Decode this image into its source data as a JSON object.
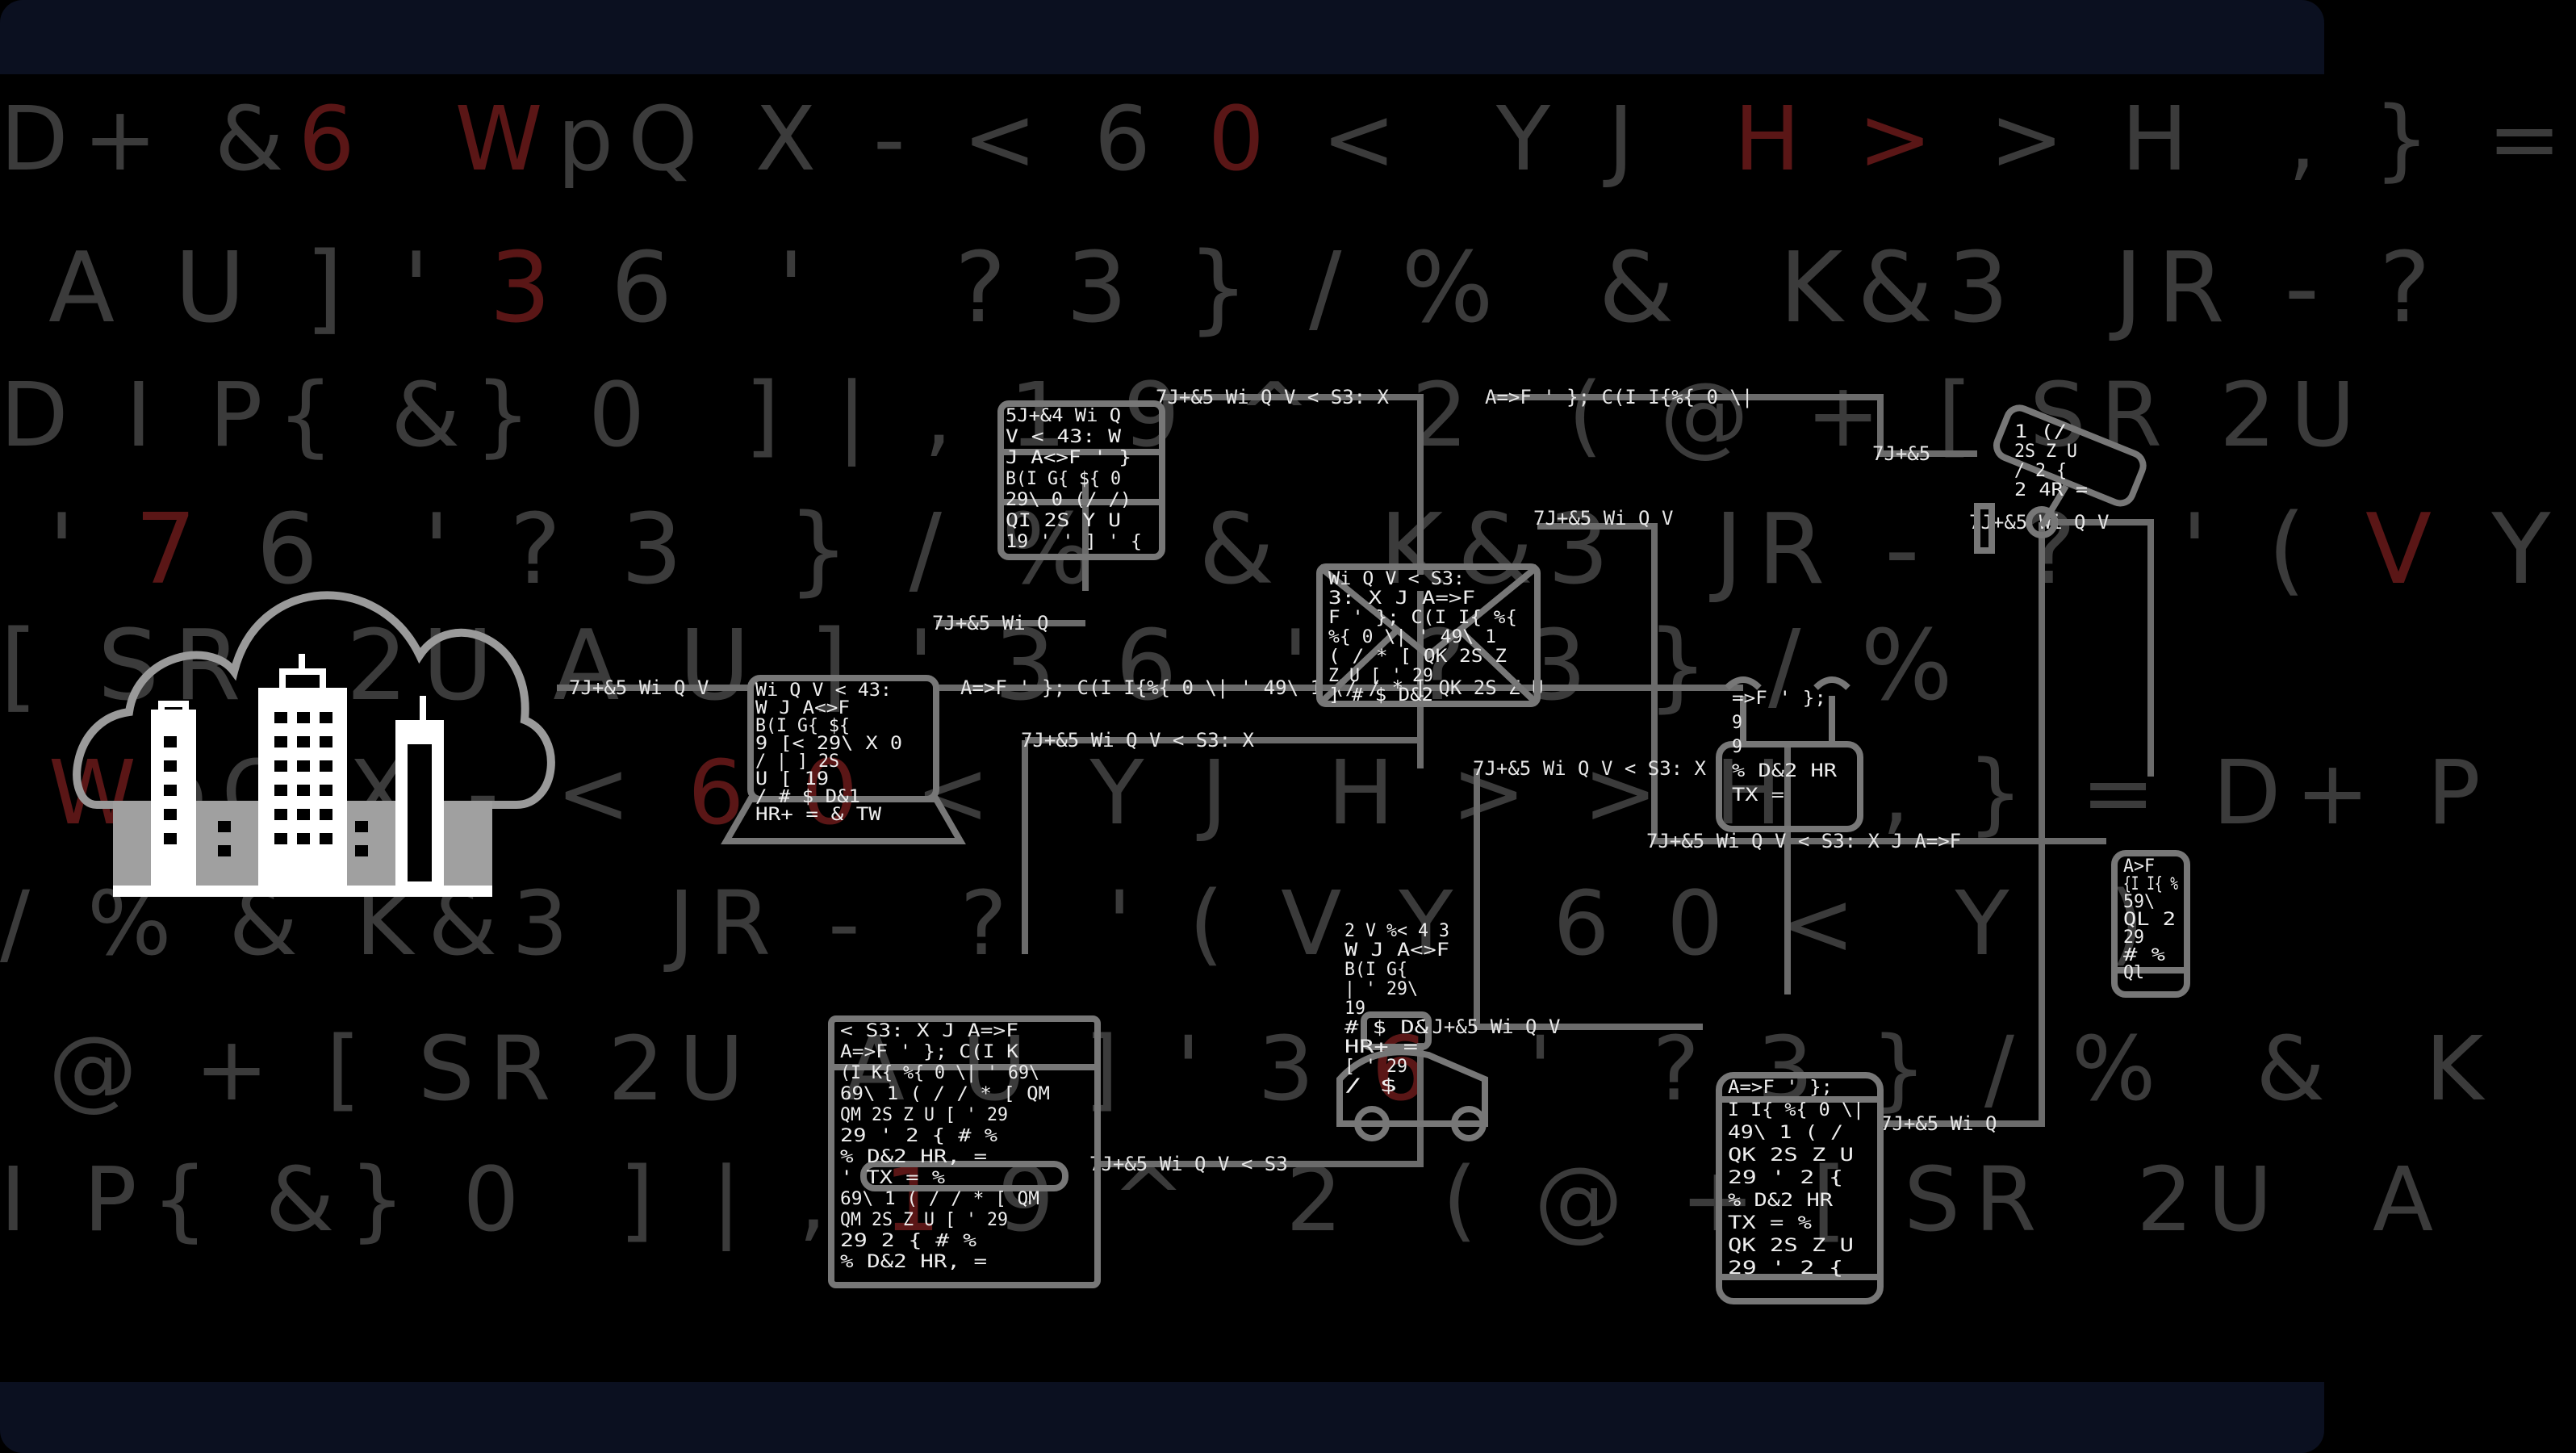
{
  "background_rows": [
    {
      "text": "D+ &6  WpQ X - < 6 0 <  Y J  H > > H  , } =",
      "red_chars": "W60>H"
    },
    {
      "text": "A U ] ' 3 6  '   ? 3 } / %  &  K&3  JR - ?",
      "red_chars": "3"
    },
    {
      "text": "D I P{ &} 0  ] | , 1 9 ^  2  ( @ + [ SR 2U",
      "red_chars": ""
    },
    {
      "text": "' 7 6  ' ? 3  } / %  &  K&3  JR -  ?  ' ( V Y",
      "red_chars": "7V"
    },
    {
      "text": "[ SR  2U A U ] ' 3 6  '  ? 3 } / %",
      "red_chars": ""
    },
    {
      "text": "WpQ X - < 6 0 <  Y J  H > > H  , } = D+ P",
      "red_chars": "W60"
    },
    {
      "text": "/ % & K&3  JR -  ?  ' ( V Y  6 0 <  Y  )",
      "red_chars": ""
    },
    {
      "text": "@ + [ SR 2U  A U ] ' 3 6  '  ? 3 } / %  &  K",
      "red_chars": "6"
    },
    {
      "text": "I P{ &} 0  ] | , 1 9 ^  2  ( @ + [ SR  2U  A",
      "red_chars": "1"
    }
  ],
  "wire_labels": [
    "7J+&5  Wi Q V  < S3:  X",
    "7J+&5  Wi Q V",
    "A=>F  ' };  C(I I{%{ 0  \\| ' 49\\  1  (/ / * [ QK  2S  Z  U",
    "7J+&5  Wi Q V  < S3:  X",
    "7J+&5  Wi Q",
    "7J+&5",
    "7J+&5  Wi Q V",
    "7J+&5  Wi Q V  < S3:  X  J  A=>F",
    "7J+&5  Wi Q V  < S3:  X",
    "7J+&5  Wi Q V  < S3",
    "7J+&5  Wi Q",
    "A=>F  ' };  C(I I{%{ 0  \\|",
    "7J+&5  Wi Q V"
  ],
  "devices": {
    "cloud_city": "cloud-city-icon",
    "server": {
      "lines": [
        "5J+&4  Wi Q",
        "V  < 43:  W",
        "J   A<>F ' }",
        "B(I G{ ${ 0",
        "29\\  0 (/ /)",
        "QI  2S  Y U",
        "19 '  ' ] ' {"
      ]
    },
    "laptop": {
      "lines": [
        "Wi Q V  < 43:",
        "W J  A<>F",
        "B(I G{ ${",
        "9  [<  29\\ X 0",
        "/ | ] 2S",
        "U  [ 19",
        "/  # $ D&1",
        "HR+ =  &  TW"
      ]
    },
    "envelope": {
      "lines": [
        "Wi Q V  < S3:",
        "3:  X  J  A=>F",
        "F  ' };  C(I I{ %{",
        "%{ 0 \\| ' 49\\  1",
        "( / * [ QK  2S  Z",
        "Z U [ ' 29",
        "]  # $ D&2"
      ]
    },
    "router": {
      "lines": [
        "=>F  ' };",
        "9",
        "9",
        "%  D&2  HR",
        "TX  ="
      ]
    },
    "camera": {
      "lines": [
        "1 (/ ",
        "2S Z U",
        "/ 2 {",
        "2  4R ="
      ]
    },
    "phone": {
      "lines": [
        "A>F",
        "{I I{ %",
        "59\\",
        "QL  2",
        "29",
        "#  %",
        "Ql"
      ]
    },
    "printer": {
      "lines": [
        "< S3:  X  J  A=>F",
        "A=>F  ' };  C(I K",
        "(I K{ %{ 0 \\| ' 69\\",
        "69\\  1  ( / / * [ QM",
        "QM 2S Z U [ ' 29",
        "29  ' 2 {  #  %",
        "%  D&2  HR,  =",
        "' TX  =  %",
        "69\\  1 ( / / * [ QM",
        "QM 2S Z U [ ' 29",
        "29  2 {  #  %",
        "%  D&2  HR,  ="
      ]
    },
    "scooter": {
      "lines": [
        "2 V %< 4 3",
        "W J   A<>F",
        "B(I G{",
        "| ' 29\\",
        "19",
        "#  $  D&",
        "HR+ =  ",
        "[ ' 29",
        "/   $"
      ]
    },
    "tablet": {
      "lines": [
        "A=>F  ' };",
        "I I{ %{ 0  \\|",
        "49\\  1  ( /",
        "QK  2S  Z  U",
        "29  '  2  {",
        "%  D&2  HR",
        "TX  =  %",
        "QK  2S  Z  U",
        "29  '  2  {"
      ]
    }
  },
  "colors": {
    "background": "#000000",
    "frame": "#0b1020",
    "wire": "#6b6b6b",
    "accent_red": "#cc2222",
    "bg_text": "#3b3b3b"
  }
}
